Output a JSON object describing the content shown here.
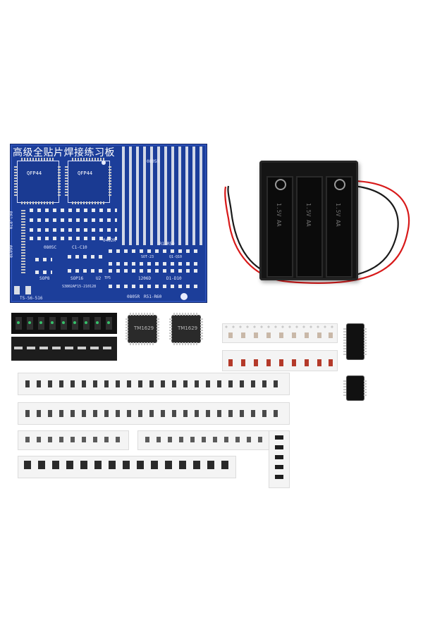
{
  "pcb": {
    "title": "高级全贴片焊接练习板",
    "qfp_left_label": "QFP44",
    "qfp_right_label": "QFP44",
    "label_0805r": "0805R",
    "label_0805c": "0805C",
    "label_c1_c10": "C1-C10",
    "label_0402r": "0402R",
    "label_r1_r50": "R1-R50",
    "label_sot23": "SOT-23",
    "label_q1_q10": "Q1-Q10",
    "label_sop8": "SOP8",
    "label_sop16": "SOP16",
    "label_u2": "U2",
    "label_1206d": "1206D",
    "label_d1_d10": "D1-D10",
    "label_0805r_bottom": "0805R",
    "label_r51_r60": "R51-R60",
    "label_side": "R61-R70",
    "label_side2": "0603R",
    "label_ts": "TS-56-516",
    "label_code": "S3802AF15-210128",
    "label_tp5": "TP5"
  },
  "chips": {
    "left_label": "TM1629",
    "right_label": "TM1629"
  },
  "battery_holder": {
    "cell_labels": [
      "1.5V AA",
      "1.5V AA",
      "1.5V AA"
    ]
  },
  "colors": {
    "pcb_blue": "#1c3e9a",
    "silkscreen": "#ffffff",
    "battery_black": "#151515",
    "wire_red": "#d81a1a",
    "wire_black": "#1a1a1a"
  }
}
